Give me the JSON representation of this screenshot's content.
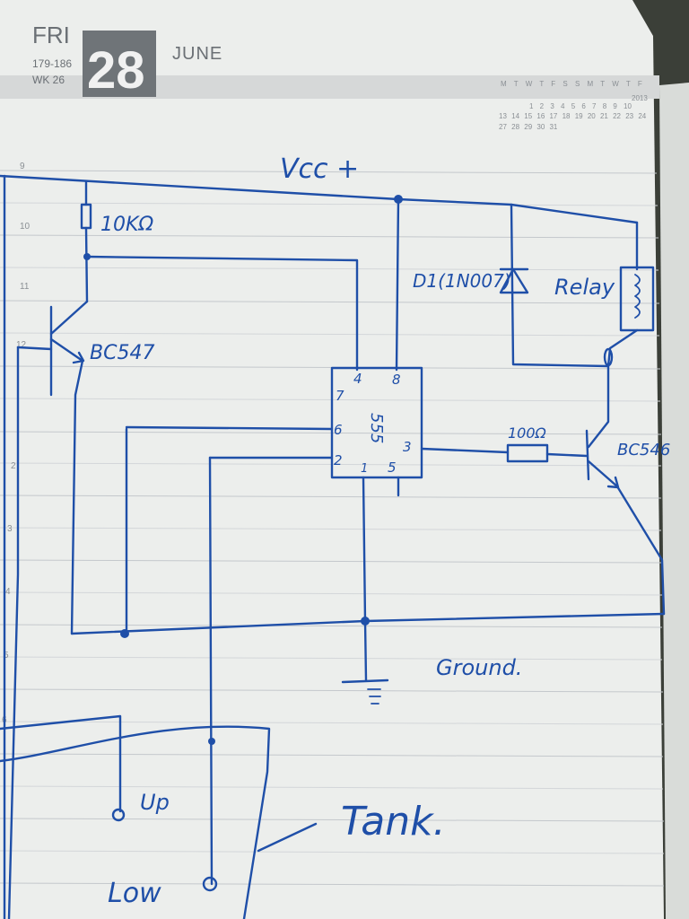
{
  "planner": {
    "day": "FRI",
    "date": "28",
    "month": "JUNE",
    "days_range": "179-186",
    "week": "WK 26",
    "calendar_header": [
      "M",
      "T",
      "W",
      "T",
      "F",
      "S",
      "S",
      "M",
      "T",
      "W",
      "T",
      "F"
    ],
    "calendar_row1": [
      "1",
      "2",
      "3",
      "4",
      "5",
      "6",
      "7",
      "8",
      "9",
      "10"
    ],
    "calendar_row2": [
      "13",
      "14",
      "15",
      "16",
      "17",
      "18",
      "19",
      "20",
      "21",
      "22",
      "23",
      "24"
    ],
    "calendar_row3": [
      "27",
      "28",
      "29",
      "30",
      "31"
    ],
    "year_fragment": "2013",
    "line_numbers": [
      "9",
      "10",
      "11",
      "12",
      "2",
      "3",
      "4",
      "5",
      "6"
    ]
  },
  "schematic": {
    "supply_label": "Vcc +",
    "resistor_top_label": "10KΩ",
    "transistor_left_label": "BC547",
    "diode_label": "D1(1N007)",
    "relay_label": "Relay",
    "ic_label": "555",
    "pins": {
      "p4": "4",
      "p8": "8",
      "p7": "7",
      "p6": "6",
      "p2": "2",
      "p1": "1",
      "p5": "5",
      "p3": "3"
    },
    "resistor_out_label": "100Ω",
    "transistor_right_label": "BC546",
    "ground_label": "Ground.",
    "tank_label": "Tank.",
    "up_label": "Up",
    "low_label": "Low"
  }
}
